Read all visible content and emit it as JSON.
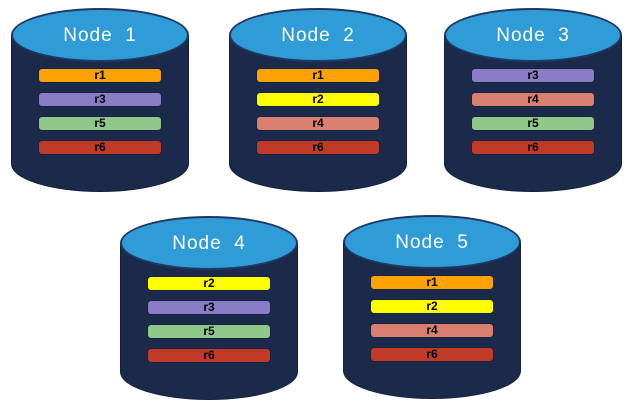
{
  "diagram": {
    "background_color": "#FFFFFF",
    "cylinder": {
      "body_color": "#1B2A4B",
      "top_color": "#2F9CD8",
      "top_border_color": "#1F3864",
      "title_text_color": "#FFFFFF"
    },
    "partition_colors": {
      "r1": "#FCA204",
      "r2": "#FFFF00",
      "r3": "#8B7CC8",
      "r4": "#D87F6F",
      "r5": "#8FC88A",
      "r6": "#C13A28"
    },
    "bar_text_color": "#000000",
    "nodes": [
      {
        "label": "Node  1",
        "partitions": [
          "r1",
          "r3",
          "r5",
          "r6"
        ]
      },
      {
        "label": "Node  2",
        "partitions": [
          "r1",
          "r2",
          "r4",
          "r6"
        ]
      },
      {
        "label": "Node  3",
        "partitions": [
          "r3",
          "r4",
          "r5",
          "r6"
        ]
      },
      {
        "label": "Node  4",
        "partitions": [
          "r2",
          "r3",
          "r5",
          "r6"
        ]
      },
      {
        "label": "Node  5",
        "partitions": [
          "r1",
          "r2",
          "r4",
          "r6"
        ]
      }
    ]
  }
}
